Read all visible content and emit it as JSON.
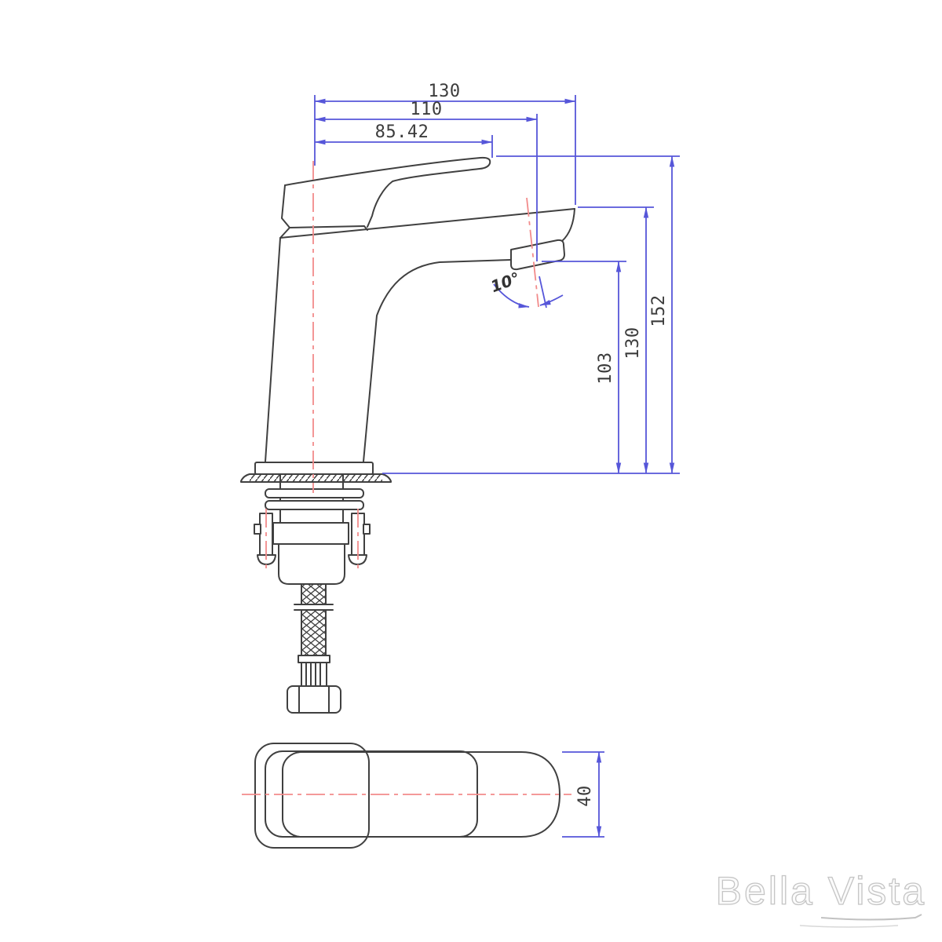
{
  "page": {
    "background": "#ffffff",
    "type": "technical-dimension-drawing",
    "subject": "basin mixer tap"
  },
  "brand": {
    "name": "Bella Vista"
  },
  "dimensions": {
    "top": {
      "overall_width": "130",
      "spout_reach": "110",
      "handle_reach": "85.42"
    },
    "right": {
      "overall_height": "152",
      "spout_height": "130",
      "outlet_height": "103"
    },
    "angle": {
      "spout_tilt": "10°"
    },
    "top_view": {
      "body_width": "40"
    }
  },
  "colors": {
    "dimension_line": "#5656d9",
    "centerline": "#f28b8b",
    "outline": "#404040",
    "logo": "#c5c5c5"
  }
}
